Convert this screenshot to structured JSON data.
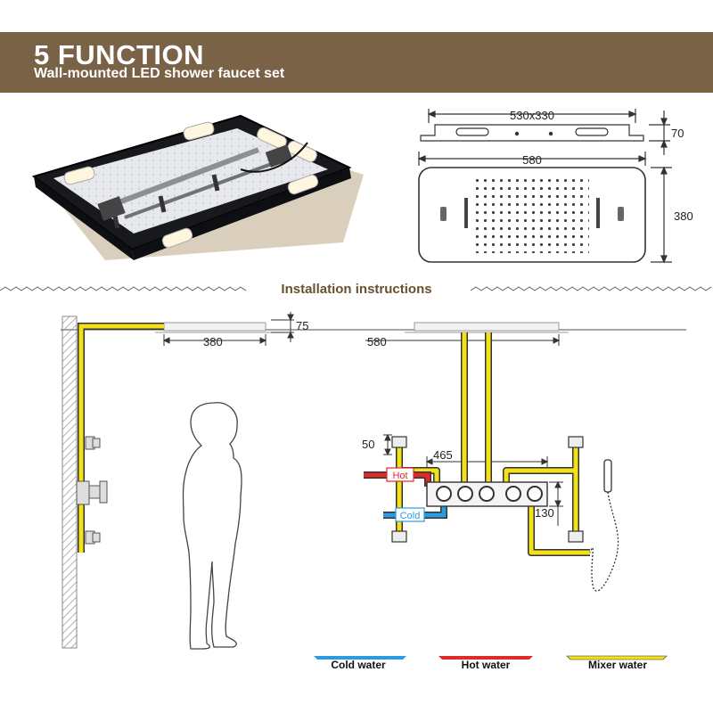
{
  "header": {
    "title": "5 FUNCTION",
    "subtitle": "Wall-mounted LED shower faucet set"
  },
  "section_title": "Installation instructions",
  "dimensions": {
    "panel_width": "530x330",
    "panel_depth": "70",
    "head_width": "580",
    "head_depth": "380",
    "ceiling_drop": "75",
    "side_depth": "380",
    "front_width": "580",
    "valve_offset": "50",
    "valve_width": "465",
    "valve_height": "130"
  },
  "labels": {
    "hot": "Hot",
    "cold": "Cold"
  },
  "legend": [
    {
      "label": "Cold water",
      "color": "#2a9be0"
    },
    {
      "label": "Hot water",
      "color": "#e02a2a"
    },
    {
      "label": "Mixer water",
      "color": "#f3e21a"
    }
  ],
  "colors": {
    "banner": "#7a6247",
    "pipe_mixer": "#f3e21a",
    "pipe_hot": "#e02a2a",
    "pipe_cold": "#2a9be0"
  }
}
